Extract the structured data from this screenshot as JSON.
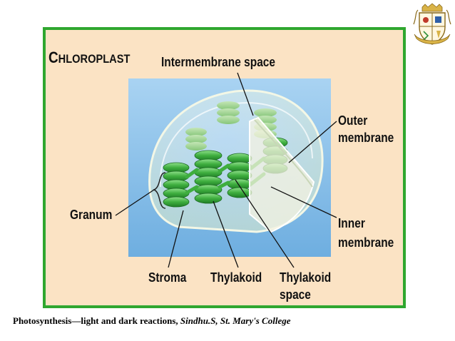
{
  "diagram": {
    "title_first_letter": "C",
    "title_rest": "HLOROPLAST",
    "labels": {
      "intermembrane": "Intermembrane space",
      "outer_line1": "Outer",
      "outer_line2": "membrane",
      "granum": "Granum",
      "inner_line1": "Inner",
      "inner_line2": "membrane",
      "stroma": "Stroma",
      "thylakoid": "Thylakoid",
      "thylakoid_space_line1": "Thylakoid",
      "thylakoid_space_line2": "space"
    },
    "colors": {
      "frame_border": "#2fa72f",
      "frame_fill": "#fbe3c4",
      "panel_blue": "#8fc3ea",
      "thylakoid_green": "#3fae3f"
    }
  },
  "footer": {
    "text": "Photosynthesis—light and dark reactions,",
    "author": "Sindhu.S, St. Mary's College"
  },
  "logo": {
    "icon": "college-crest-icon"
  }
}
